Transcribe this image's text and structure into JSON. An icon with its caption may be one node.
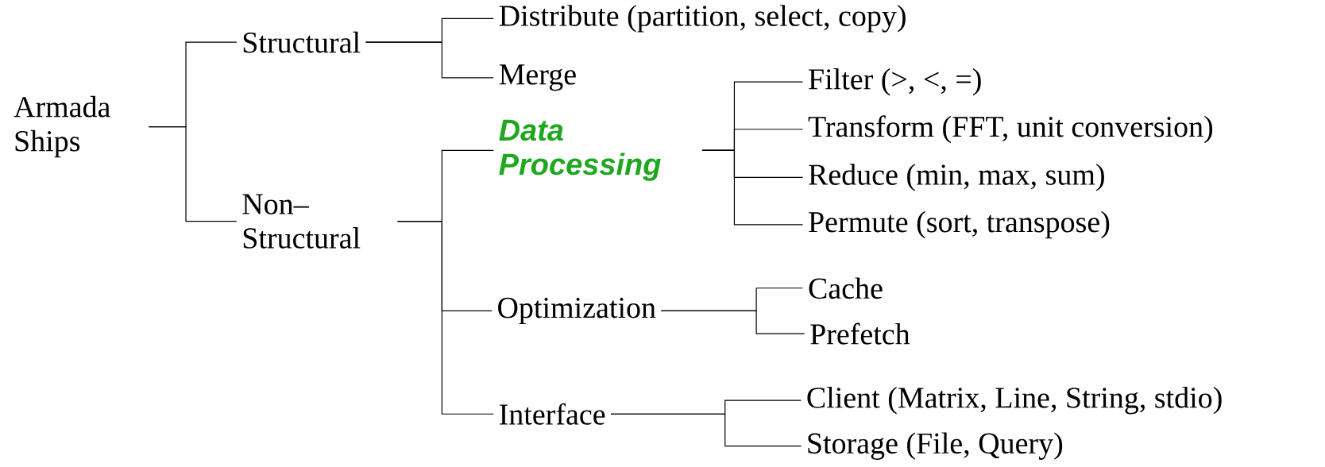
{
  "diagram": {
    "nodes": [
      {
        "text": [
          "Armada Ships"
        ]
      },
      {
        "text": [
          "Structural"
        ]
      },
      {
        "text": [
          "Non– Structural"
        ]
      },
      {
        "text": [
          "Distribute (partition, select, copy)"
        ]
      },
      {
        "text": [
          "Merge"
        ]
      },
      {
        "text": [
          "Data Processing"
        ]
      },
      {
        "text": [
          "Filter (>, <, =)"
        ]
      },
      {
        "text": [
          "Transform (FFT, unit conversion)"
        ]
      },
      {
        "text": [
          "Reduce (min, max, sum)"
        ]
      },
      {
        "text": [
          "Permute (sort, transpose)"
        ]
      },
      {
        "text": [
          "Optimization"
        ]
      },
      {
        "text": [
          "Cache"
        ]
      },
      {
        "text": [
          "Prefetch"
        ]
      },
      {
        "text": [
          "Interface"
        ]
      },
      {
        "text": [
          "Client (Matrix, Line, String, stdio)"
        ]
      },
      {
        "text": [
          "Storage (File, Query)"
        ]
      }
    ],
    "edges": [
      {
        "from": 0,
        "to": 1,
        "arrow": "none"
      },
      {
        "from": 0,
        "to": 2,
        "arrow": "none"
      },
      {
        "from": 1,
        "to": 3,
        "arrow": "none"
      },
      {
        "from": 1,
        "to": 4,
        "arrow": "none"
      },
      {
        "from": 2,
        "to": 5,
        "arrow": "none"
      },
      {
        "from": 2,
        "to": 10,
        "arrow": "none"
      },
      {
        "from": 2,
        "to": 13,
        "arrow": "none"
      },
      {
        "from": 5,
        "to": 6,
        "arrow": "none"
      },
      {
        "from": 5,
        "to": 7,
        "arrow": "none"
      },
      {
        "from": 5,
        "to": 8,
        "arrow": "none"
      },
      {
        "from": 5,
        "to": 9,
        "arrow": "none"
      },
      {
        "from": 10,
        "to": 11,
        "arrow": "none"
      },
      {
        "from": 10,
        "to": 12,
        "arrow": "none"
      },
      {
        "from": 13,
        "to": 14,
        "arrow": "none"
      },
      {
        "from": 13,
        "to": 15,
        "arrow": "none"
      }
    ]
  }
}
